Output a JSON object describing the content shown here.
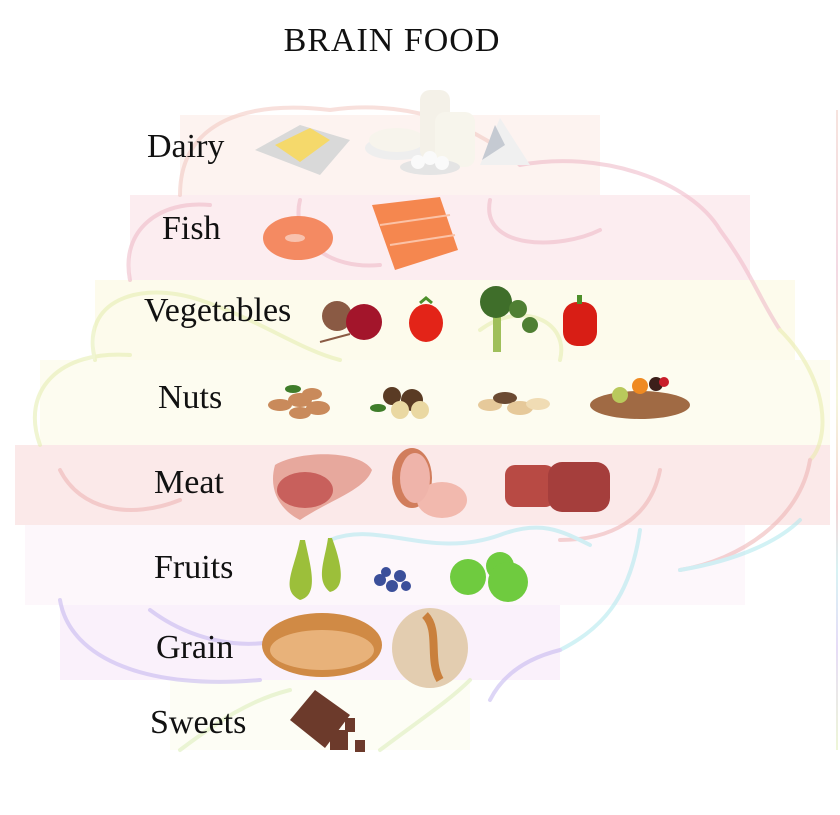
{
  "title": "BRAIN FOOD",
  "categories": [
    {
      "label": "Dairy",
      "items": [
        "butter",
        "cottage cheese",
        "milk jug",
        "mozzarella balls",
        "brie & blue cheese"
      ],
      "band_color": "#fdf1ee"
    },
    {
      "label": "Fish",
      "items": [
        "salmon steak",
        "salmon fillets"
      ],
      "band_color": "#fcecef"
    },
    {
      "label": "Vegetables",
      "items": [
        "beetroot",
        "tomato",
        "broccoli",
        "red bell pepper"
      ],
      "band_color": "#fdfbec"
    },
    {
      "label": "Nuts",
      "items": [
        "almonds",
        "macadamia nuts",
        "brazil nuts",
        "mixed nuts & dried fruit"
      ],
      "band_color": "#fdfcef"
    },
    {
      "label": "Meat",
      "items": [
        "pork chop",
        "ham",
        "beef steak"
      ],
      "band_color": "#fbe9e9"
    },
    {
      "label": "Fruits",
      "items": [
        "pears",
        "blueberries",
        "green apples"
      ],
      "band_color": "#fdf8fb"
    },
    {
      "label": "Grain",
      "items": [
        "bread loaf",
        "round bread"
      ],
      "band_color": "#f9f1fb"
    },
    {
      "label": "Sweets",
      "items": [
        "chocolate bar"
      ],
      "band_color": "#fdfdf4"
    }
  ]
}
